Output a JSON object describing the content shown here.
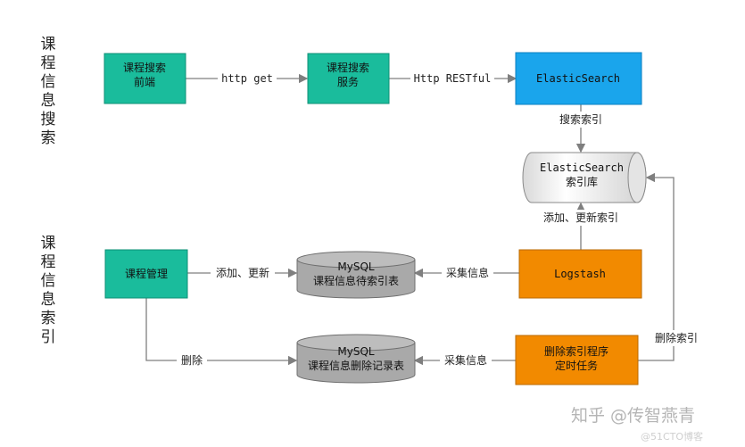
{
  "sections": {
    "search": "课\n程\n信\n息\n搜\n索",
    "index": "课\n程\n信\n息\n索\n引"
  },
  "nodes": {
    "frontend": [
      "课程搜索",
      "前端"
    ],
    "search_service": [
      "课程搜索",
      "服务"
    ],
    "elasticsearch": [
      "ElasticSearch"
    ],
    "es_index": [
      "ElasticSearch",
      "索引库"
    ],
    "course_mgmt": [
      "课程管理"
    ],
    "mysql_pending": [
      "MySQL",
      "课程信息待索引表"
    ],
    "logstash": [
      "Logstash"
    ],
    "mysql_deleted": [
      "MySQL",
      "课程信息删除记录表"
    ],
    "delete_program": [
      "删除索引程序",
      "定时任务"
    ]
  },
  "edges": {
    "http_get": "http get",
    "http_restful": "Http RESTful",
    "search_index": "搜索索引",
    "add_update_index": "添加、更新索引",
    "add_update": "添加、更新",
    "collect_1": "采集信息",
    "delete": "删除",
    "collect_2": "采集信息",
    "delete_index": "删除索引"
  },
  "watermark": {
    "text": "知乎 @传智燕青",
    "sub": "@51CTO博客"
  },
  "colors": {
    "teal": "#1abc9c",
    "blue": "#1aa5ec",
    "orange": "#f39c12",
    "cylinder": "#a9a9a9",
    "line": "#7f7f7f"
  }
}
